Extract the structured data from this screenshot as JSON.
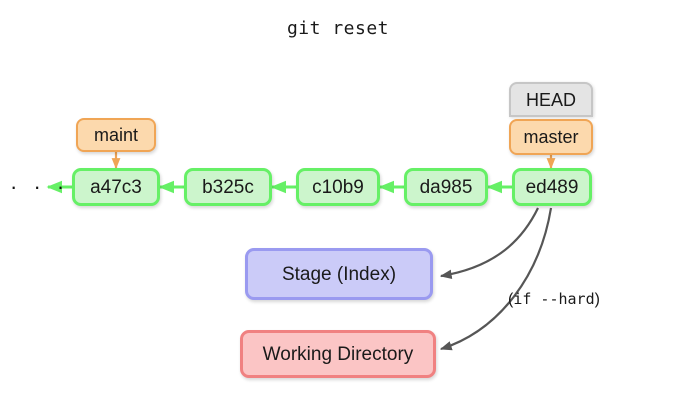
{
  "diagram": {
    "title": "git reset",
    "ellipsis": "· · ·",
    "commits": [
      {
        "id": "a47c3",
        "label": "a47c3"
      },
      {
        "id": "b325c",
        "label": "b325c"
      },
      {
        "id": "c10b9",
        "label": "c10b9"
      },
      {
        "id": "da985",
        "label": "da985"
      },
      {
        "id": "ed489",
        "label": "ed489"
      }
    ],
    "branches": [
      {
        "id": "maint",
        "label": "maint",
        "points_to": "a47c3"
      },
      {
        "id": "master",
        "label": "master",
        "points_to": "ed489"
      }
    ],
    "head": {
      "label": "HEAD",
      "attached_to": "master"
    },
    "areas": [
      {
        "id": "stage",
        "label": "Stage (Index)"
      },
      {
        "id": "workdir",
        "label": "Working Directory"
      }
    ],
    "annotations": [
      {
        "id": "hard-flag",
        "open_paren": "(",
        "text": "if --hard",
        "close_paren": ")"
      }
    ],
    "colors": {
      "background": "#ffffff",
      "commit_fill": "#ccf5cc",
      "commit_border": "#66f066",
      "branch_fill": "#fcd9ad",
      "branch_border": "#f0a555",
      "head_fill": "#e4e4e4",
      "head_border": "#c6c6c6",
      "stage_fill": "#cbcbf8",
      "stage_border": "#9a9af0",
      "workdir_fill": "#fbc5c5",
      "workdir_border": "#f08181",
      "commit_arrow": "#66f066",
      "branch_arrow": "#f0a555",
      "reset_arrow": "#565656",
      "text": "#1a1a1a"
    }
  }
}
